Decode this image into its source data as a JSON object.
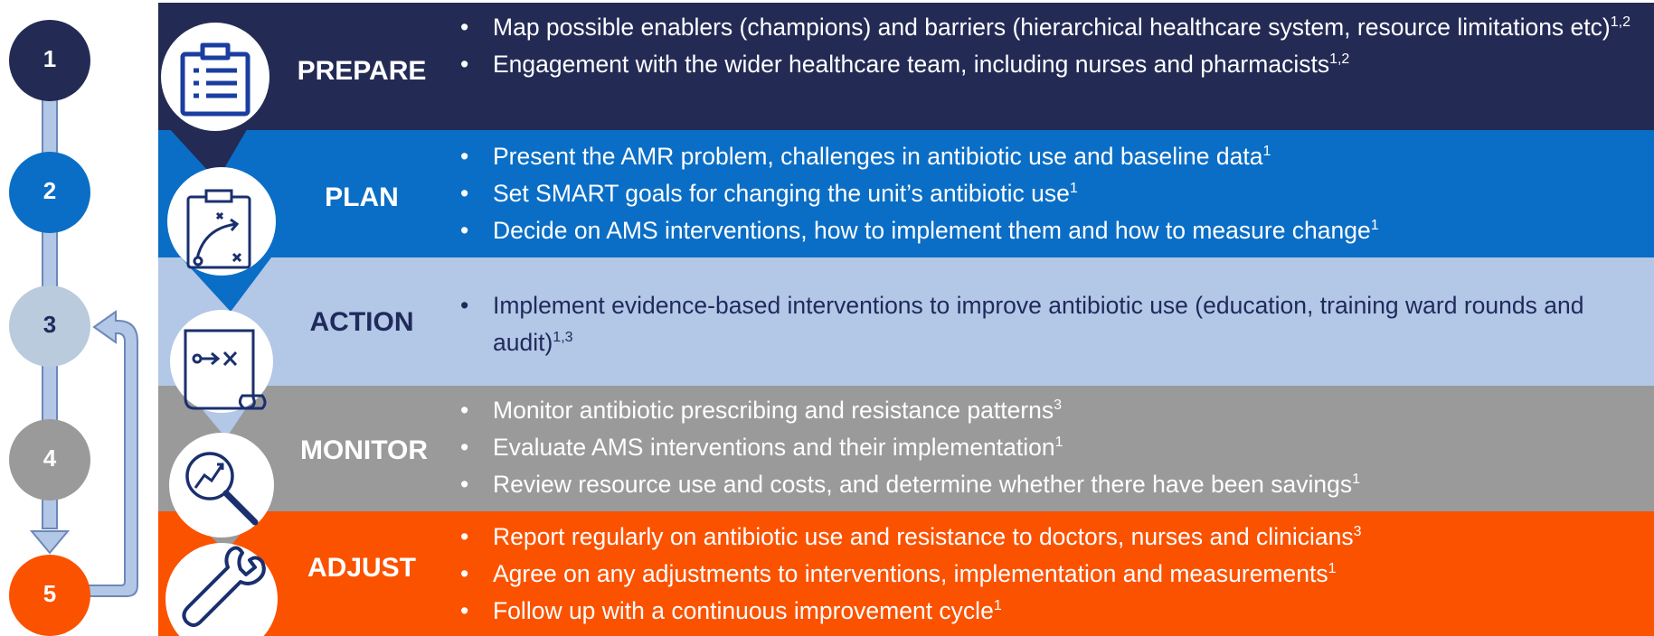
{
  "steps": [
    {
      "number": "1",
      "label": "PREPARE",
      "icon": "clipboard-list-icon",
      "band_color": "#232b55",
      "circle_color": "#232b55",
      "bullets": [
        {
          "text": "Map possible enablers (champions) and barriers (hierarchical healthcare system, resource limitations etc)",
          "sup": "1,2"
        },
        {
          "text": "Engagement with the wider healthcare team, including nurses and pharmacists",
          "sup": "1,2"
        }
      ]
    },
    {
      "number": "2",
      "label": "PLAN",
      "icon": "strategy-board-icon",
      "band_color": "#0a6ec6",
      "circle_color": "#0a6ec6",
      "bullets": [
        {
          "text": "Present the AMR problem, challenges in antibiotic use and baseline data",
          "sup": "1"
        },
        {
          "text": "Set SMART goals for changing the unit’s antibiotic use",
          "sup": "1"
        },
        {
          "text": "Decide on AMS interventions, how to implement them and how to measure change",
          "sup": "1"
        }
      ]
    },
    {
      "number": "3",
      "label": "ACTION",
      "icon": "scroll-action-icon",
      "band_color": "#b3c7e6",
      "circle_color": "#b9cbdc",
      "bullets": [
        {
          "text": "Implement evidence-based interventions to improve antibiotic use (education, training ward rounds and audit)",
          "sup": "1,3"
        }
      ]
    },
    {
      "number": "4",
      "label": "MONITOR",
      "icon": "magnifier-chart-icon",
      "band_color": "#9a9a9a",
      "circle_color": "#9a9a9a",
      "bullets": [
        {
          "text": "Monitor antibiotic prescribing and resistance patterns",
          "sup": "3"
        },
        {
          "text": "Evaluate AMS interventions and their implementation",
          "sup": "1"
        },
        {
          "text": "Review resource use and costs, and determine whether there have been savings",
          "sup": "1"
        }
      ]
    },
    {
      "number": "5",
      "label": "ADJUST",
      "icon": "wrench-icon",
      "band_color": "#fb5200",
      "circle_color": "#fb5200",
      "bullets": [
        {
          "text": "Report regularly on antibiotic use and resistance to doctors, nurses and clinicians",
          "sup": "3"
        },
        {
          "text": "Agree on any adjustments to interventions, implementation and measurements",
          "sup": "1"
        },
        {
          "text": "Follow up with a continuous improvement cycle",
          "sup": "1"
        }
      ]
    }
  ],
  "colors": {
    "connector": "#b3c7e6",
    "connector_outline": "#6d87b8"
  }
}
